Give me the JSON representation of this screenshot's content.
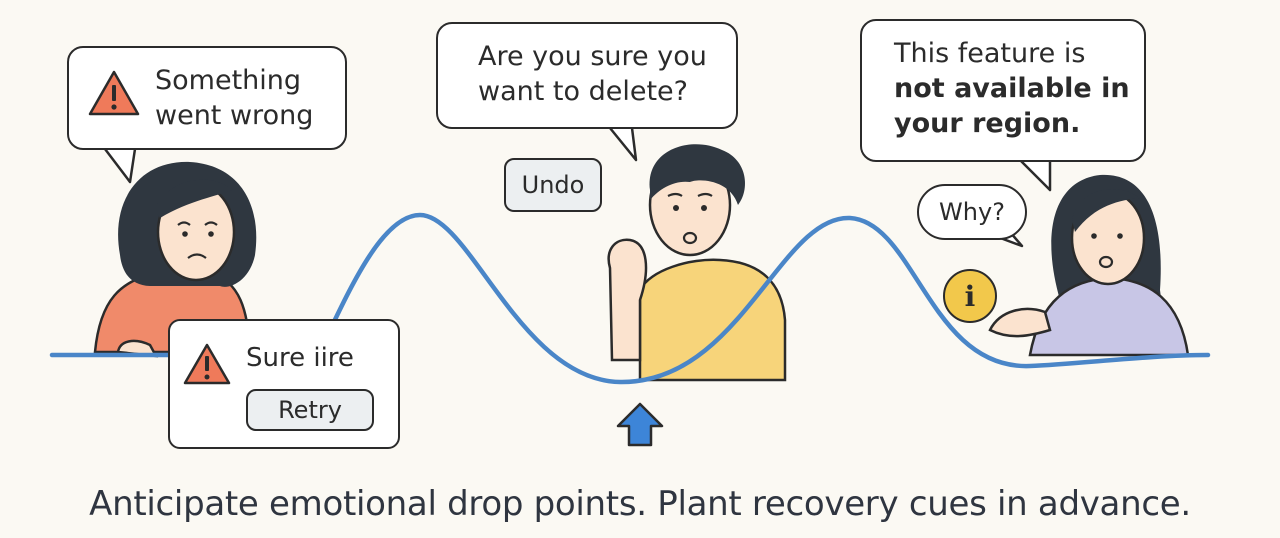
{
  "bubbles": {
    "error": {
      "line1": "Something",
      "line2": "went wrong"
    },
    "confirm": {
      "line1": "Are you sure you",
      "line2": "want to delete?"
    },
    "region": {
      "line1": "This feature is",
      "line2": "not available in",
      "line3": "your region."
    },
    "why": {
      "text": "Why?"
    }
  },
  "buttons": {
    "undo": "Undo",
    "retry": "Retry"
  },
  "recovery_card": {
    "title": "Sure iire"
  },
  "info_badge": "i",
  "caption": "Anticipate emotional drop points. Plant recovery cues in advance.",
  "colors": {
    "curve": "#4a86c8",
    "warning": "#ef7a5a",
    "arrow": "#3d85d8",
    "info": "#f2c84b",
    "shirt_left": "#f08a6a",
    "shirt_center": "#f7d47a",
    "shirt_right": "#c8c6e6",
    "skin": "#fbe3cf",
    "hair": "#2f3740"
  }
}
